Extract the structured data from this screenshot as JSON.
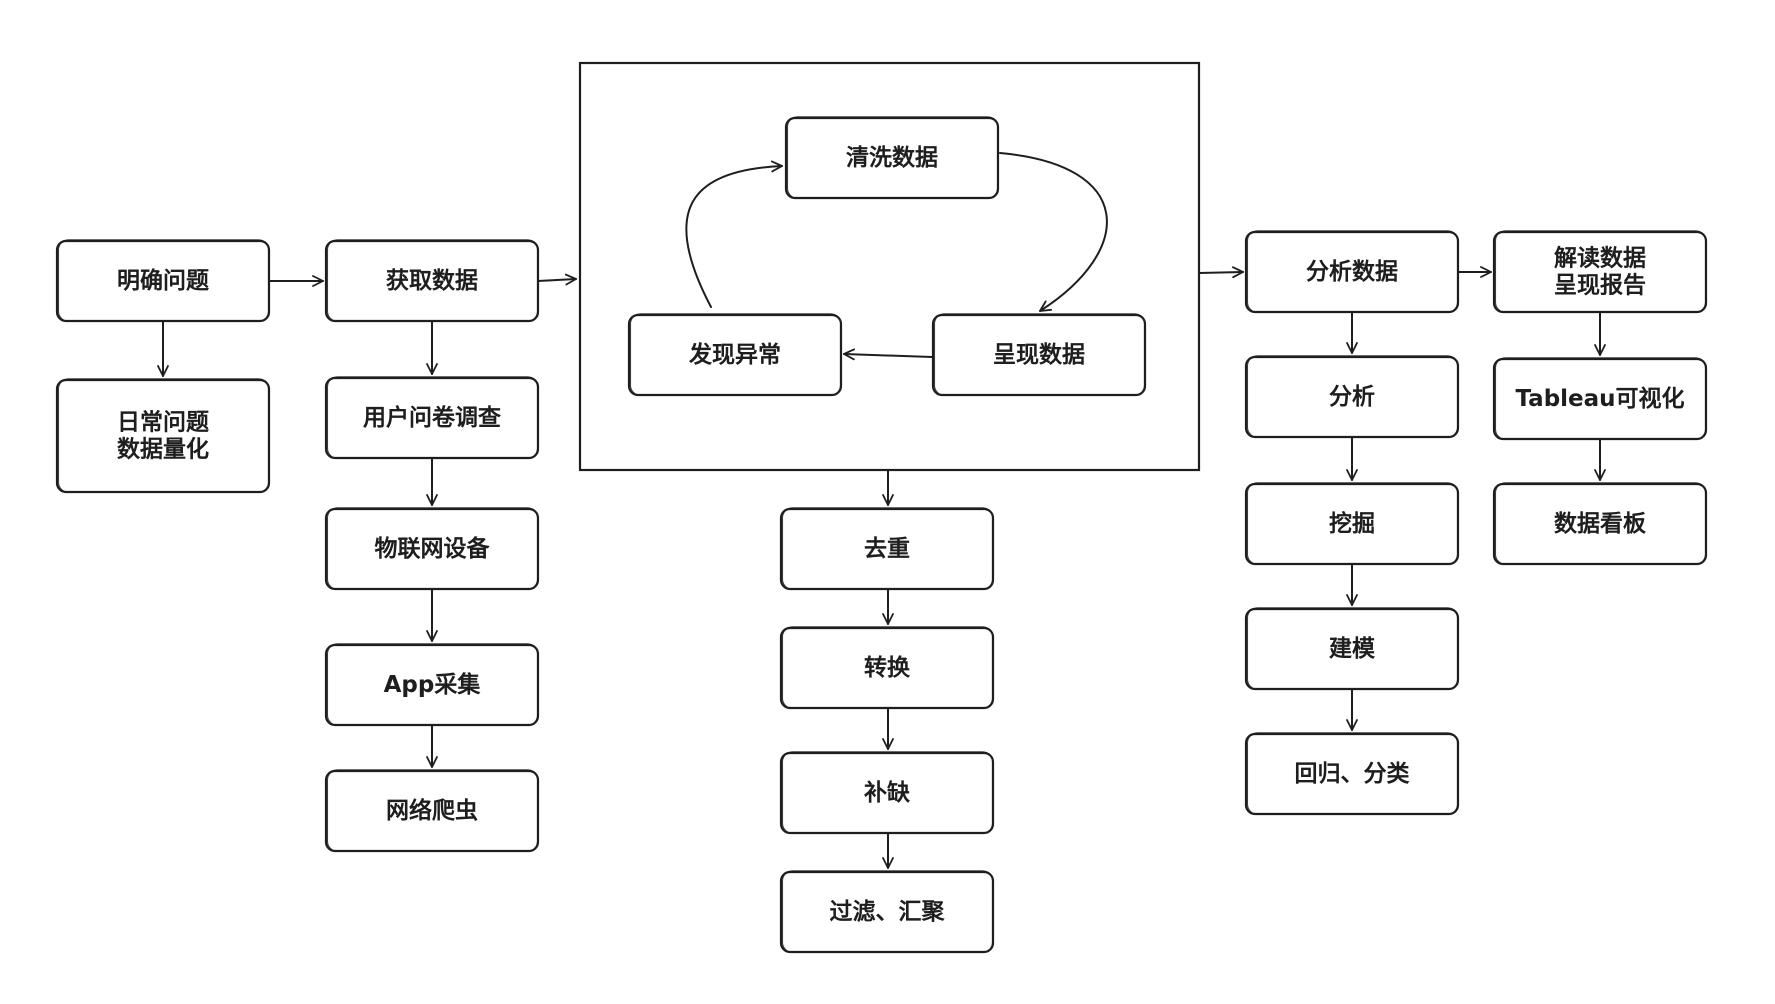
{
  "diagram": {
    "nodes": [
      {
        "id": "define",
        "lines": [
          "明确问题"
        ]
      },
      {
        "id": "daily",
        "lines": [
          "日常问题",
          "数据量化"
        ]
      },
      {
        "id": "acquire",
        "lines": [
          "获取数据"
        ]
      },
      {
        "id": "survey",
        "lines": [
          "用户问卷调查"
        ]
      },
      {
        "id": "iot",
        "lines": [
          "物联网设备"
        ]
      },
      {
        "id": "app",
        "lines": [
          "App采集"
        ]
      },
      {
        "id": "crawler",
        "lines": [
          "网络爬虫"
        ]
      },
      {
        "id": "clean",
        "lines": [
          "清洗数据"
        ]
      },
      {
        "id": "anomaly",
        "lines": [
          "发现异常"
        ]
      },
      {
        "id": "present",
        "lines": [
          "呈现数据"
        ]
      },
      {
        "id": "dedup",
        "lines": [
          "去重"
        ]
      },
      {
        "id": "convert",
        "lines": [
          "转换"
        ]
      },
      {
        "id": "fill",
        "lines": [
          "补缺"
        ]
      },
      {
        "id": "filter",
        "lines": [
          "过滤、汇聚"
        ]
      },
      {
        "id": "analyze",
        "lines": [
          "分析数据"
        ]
      },
      {
        "id": "analysis",
        "lines": [
          "分析"
        ]
      },
      {
        "id": "mining",
        "lines": [
          "挖掘"
        ]
      },
      {
        "id": "modeling",
        "lines": [
          "建模"
        ]
      },
      {
        "id": "regression",
        "lines": [
          "回归、分类"
        ]
      },
      {
        "id": "interpret",
        "lines": [
          "解读数据",
          "呈现报告"
        ]
      },
      {
        "id": "tableau",
        "lines": [
          "Tableau可视化"
        ]
      },
      {
        "id": "dashboard",
        "lines": [
          "数据看板"
        ]
      }
    ],
    "edges": [
      {
        "from": "define",
        "to": "acquire"
      },
      {
        "from": "define",
        "to": "daily"
      },
      {
        "from": "acquire",
        "to": "survey"
      },
      {
        "from": "survey",
        "to": "iot"
      },
      {
        "from": "iot",
        "to": "app"
      },
      {
        "from": "app",
        "to": "crawler"
      },
      {
        "from": "acquire",
        "to": "clean-group"
      },
      {
        "from": "clean",
        "to": "present"
      },
      {
        "from": "present",
        "to": "anomaly"
      },
      {
        "from": "anomaly",
        "to": "clean"
      },
      {
        "from": "clean-group",
        "to": "dedup"
      },
      {
        "from": "dedup",
        "to": "convert"
      },
      {
        "from": "convert",
        "to": "fill"
      },
      {
        "from": "fill",
        "to": "filter"
      },
      {
        "from": "clean-group",
        "to": "analyze"
      },
      {
        "from": "analyze",
        "to": "analysis"
      },
      {
        "from": "analysis",
        "to": "mining"
      },
      {
        "from": "mining",
        "to": "modeling"
      },
      {
        "from": "modeling",
        "to": "regression"
      },
      {
        "from": "analyze",
        "to": "interpret"
      },
      {
        "from": "interpret",
        "to": "tableau"
      },
      {
        "from": "tableau",
        "to": "dashboard"
      }
    ]
  }
}
